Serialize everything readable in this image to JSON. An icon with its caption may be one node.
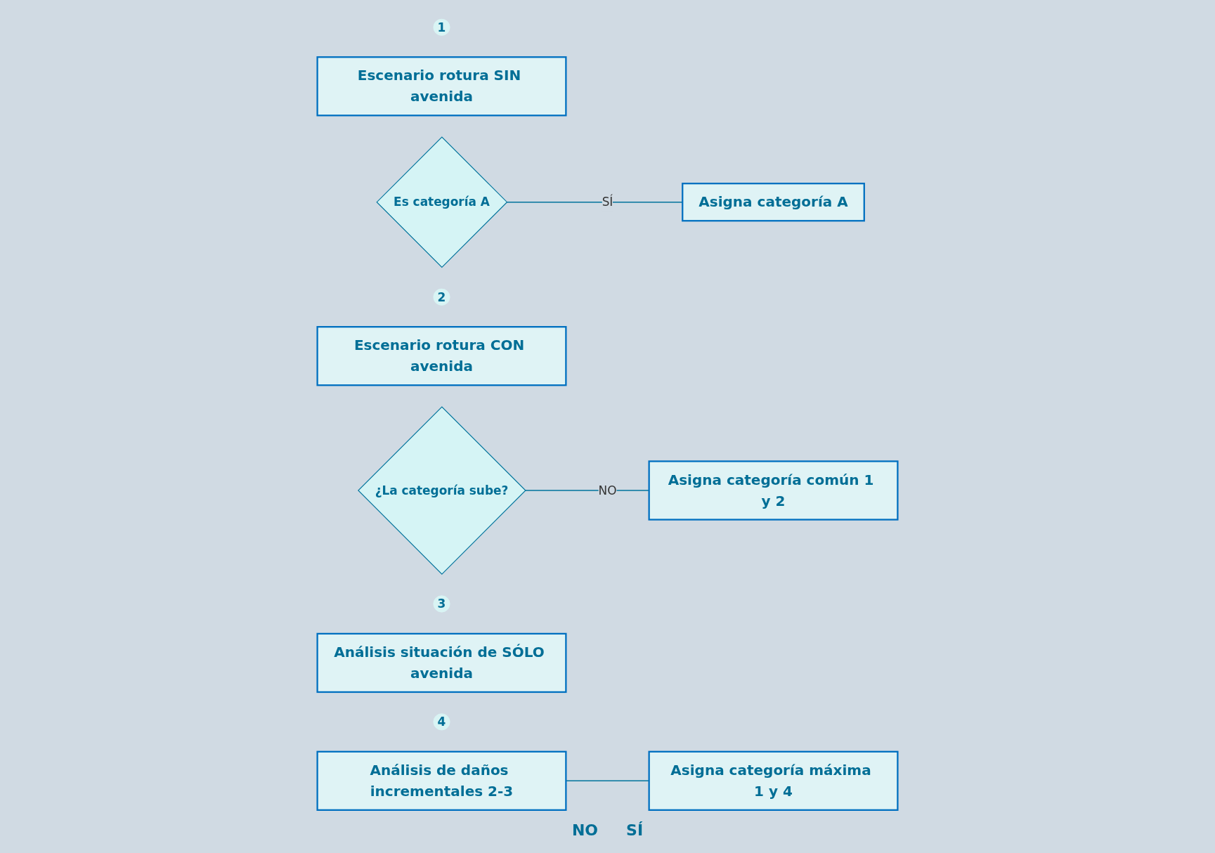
{
  "diagram": {
    "nodes": [
      {
        "text": [
          "1"
        ]
      },
      {
        "text": [
          "Escenario rotura SIN avenida"
        ]
      },
      {
        "text": [
          "Es categoría A"
        ]
      },
      {
        "text": [
          "Asigna categoría A"
        ]
      },
      {
        "text": [
          "2"
        ]
      },
      {
        "text": [
          "Escenario rotura CON avenida"
        ]
      },
      {
        "text": [
          "¿La categoría sube?"
        ]
      },
      {
        "text": [
          "Asigna categoría común 1 y 2"
        ]
      },
      {
        "text": [
          "3"
        ]
      },
      {
        "text": [
          "Análisis situación de SÓLO avenida"
        ]
      },
      {
        "text": [
          "4"
        ]
      },
      {
        "text": [
          "Análisis de daños incrementales 2-3"
        ]
      },
      {
        "text": [
          "Asigna categoría máxima 1 y 4"
        ]
      }
    ],
    "edges": [
      {
        "from": 2,
        "to": 3,
        "arrow": "none",
        "label": "SÍ"
      },
      {
        "from": 6,
        "to": 7,
        "arrow": "none",
        "label": "NO"
      },
      {
        "from": 11,
        "to": 12,
        "arrow": "none"
      }
    ],
    "labels": [
      "NO",
      "SÍ"
    ]
  }
}
